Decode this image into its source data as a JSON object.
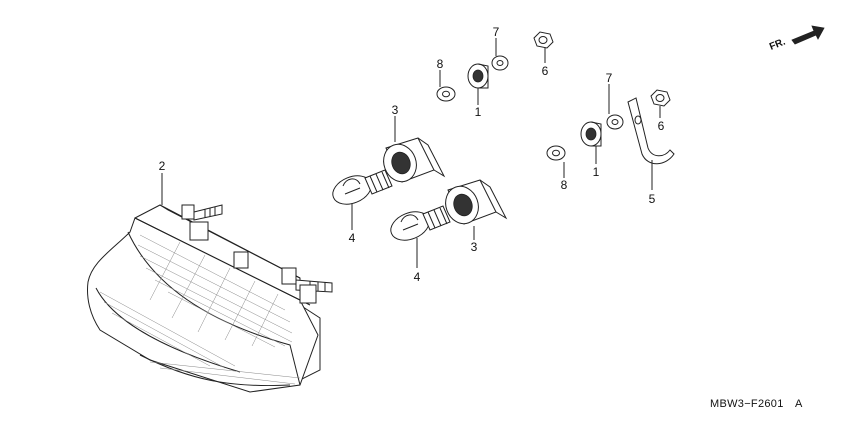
{
  "callouts": {
    "p1a": "1",
    "p1b": "1",
    "p2": "2",
    "p3a": "3",
    "p3b": "3",
    "p4a": "4",
    "p4b": "4",
    "p5": "5",
    "p6a": "6",
    "p6b": "6",
    "p7a": "7",
    "p7b": "7",
    "p8a": "8",
    "p8b": "8"
  },
  "direction": {
    "label": "FR."
  },
  "diagram_code": {
    "main": "MBW3−F2601",
    "suffix": "A"
  }
}
